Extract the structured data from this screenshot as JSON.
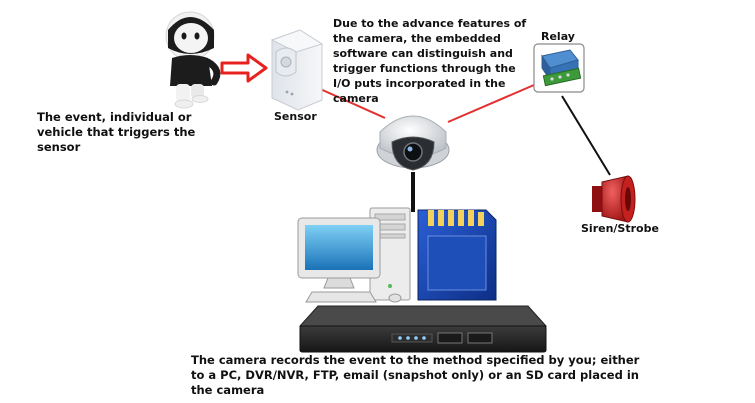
{
  "labels": {
    "event": "The event, individual or vehicle that triggers the sensor",
    "sensor": "Sensor",
    "camera_features": "Due to the advance features of the camera, the embedded software can distinguish and trigger functions through the I/O puts incorporated in the camera",
    "relay": "Relay",
    "siren": "Siren/Strobe",
    "records": "The camera records the event to the method specified by you; either to a PC, DVR/NVR, FTP, email (snapshot only) or an SD card placed in the camera"
  },
  "colors": {
    "connector_red": "#e23030",
    "connector_black": "#111111",
    "arrow_red": "#e8201e"
  },
  "icons": [
    "person-icon",
    "motion-sensor-icon",
    "dome-camera-icon",
    "relay-icon",
    "siren-icon",
    "computer-icon",
    "sd-card-icon",
    "dvr-recorder-icon"
  ]
}
